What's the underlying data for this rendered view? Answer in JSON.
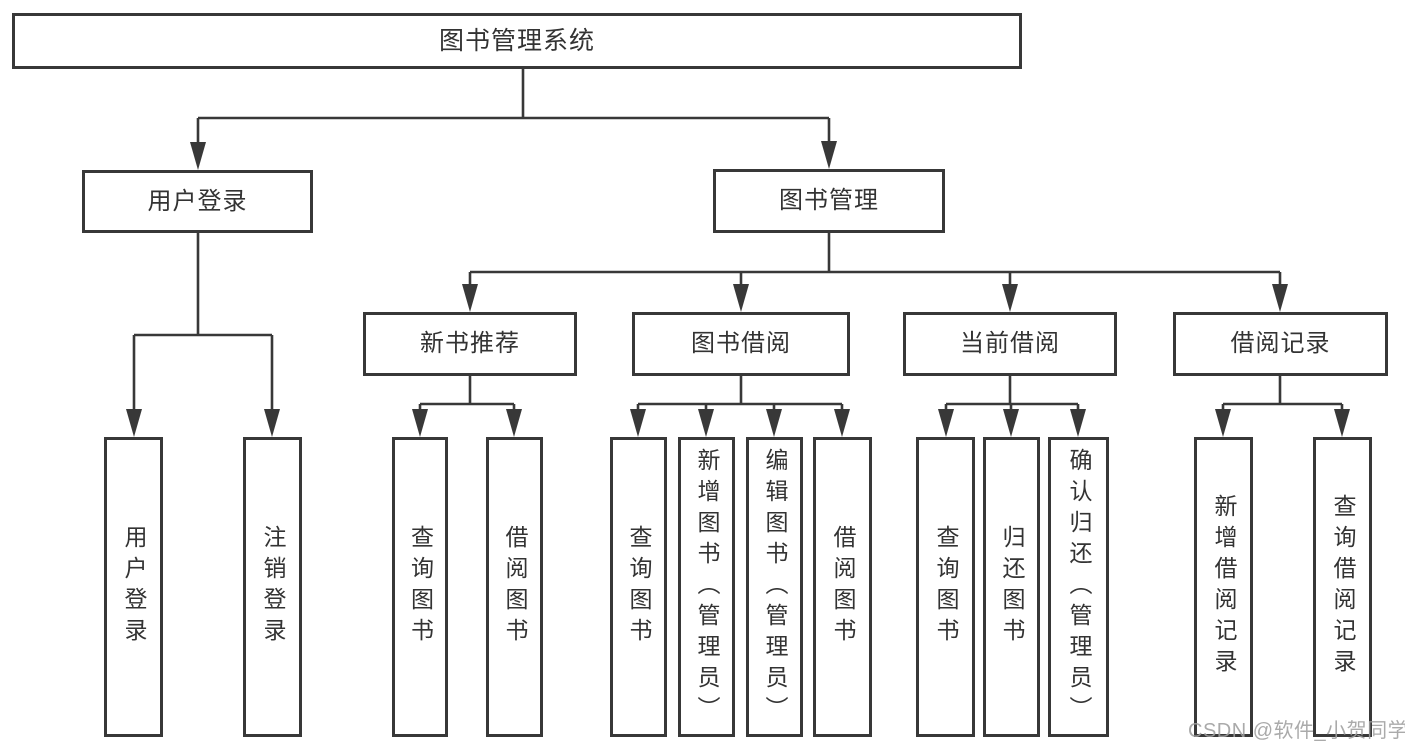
{
  "tree": {
    "root": {
      "label": "图书管理系统"
    },
    "branches": [
      {
        "label": "用户登录",
        "children": [
          {
            "label": "用户登录"
          },
          {
            "label": "注销登录"
          }
        ]
      },
      {
        "label": "图书管理",
        "children": [
          {
            "label": "新书推荐",
            "children": [
              {
                "label": "查询图书"
              },
              {
                "label": "借阅图书"
              }
            ]
          },
          {
            "label": "图书借阅",
            "children": [
              {
                "label": "查询图书"
              },
              {
                "label": "新增图书（管理员）"
              },
              {
                "label": "编辑图书（管理员）"
              },
              {
                "label": "借阅图书"
              }
            ]
          },
          {
            "label": "当前借阅",
            "children": [
              {
                "label": "查询图书"
              },
              {
                "label": "归还图书"
              },
              {
                "label": "确认归还（管理员）"
              }
            ]
          },
          {
            "label": "借阅记录",
            "children": [
              {
                "label": "新增借阅记录"
              },
              {
                "label": "查询借阅记录"
              }
            ]
          }
        ]
      }
    ]
  },
  "watermark": {
    "text": "CSDN @软件_小贺同学"
  },
  "colors": {
    "line": "#383838",
    "text": "#333333",
    "box_background": "#ffffff",
    "page_background": "#ffffff",
    "watermark": "#9e9e9e"
  }
}
